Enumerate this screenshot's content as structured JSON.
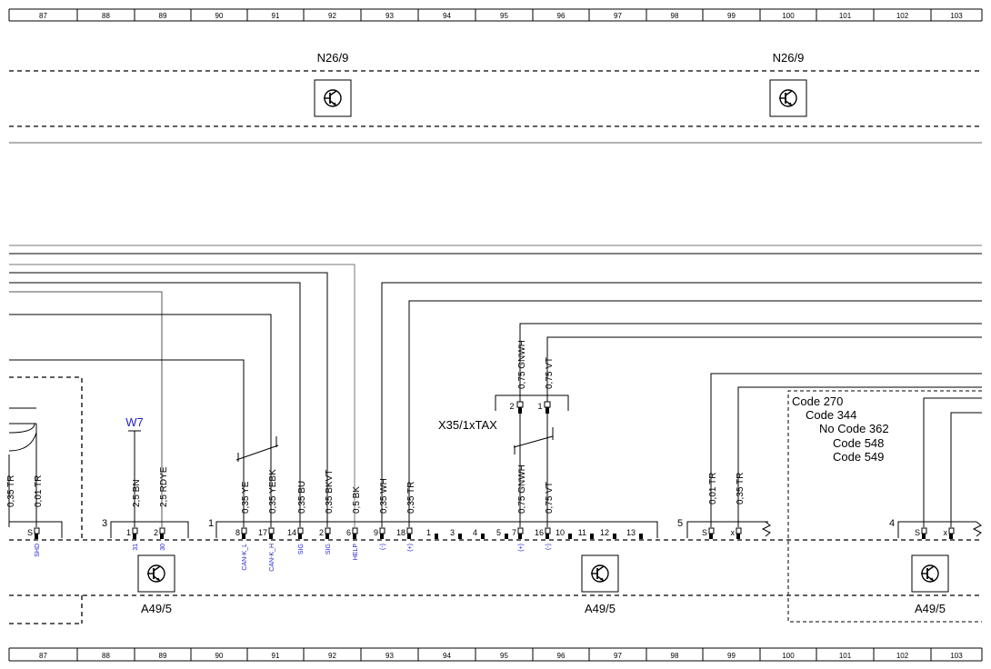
{
  "ruler": [
    "87",
    "88",
    "89",
    "90",
    "91",
    "92",
    "93",
    "94",
    "95",
    "96",
    "97",
    "98",
    "99",
    "100",
    "101",
    "102",
    "103"
  ],
  "top_components": [
    {
      "label": "N26/9",
      "icon": "transistor-icon"
    },
    {
      "label": "N26/9",
      "icon": "transistor-icon"
    }
  ],
  "left_fragment": {
    "wires": [
      "0,35 TR",
      "0,01 TR"
    ],
    "pins": [
      "S"
    ],
    "signals": [
      "SHD"
    ]
  },
  "connector3": {
    "number": "3",
    "ground_label": "W7",
    "wires": [
      "2,5 BN",
      "2,5 RDYE"
    ],
    "pins": [
      "1",
      "2"
    ],
    "signals": [
      "31",
      "30"
    ]
  },
  "connector1": {
    "number": "1",
    "wires": [
      "0,35 YE",
      "0,35 YEBK",
      "0,35 BU",
      "0,35 BKVT",
      "0,5 BK",
      "0,35 WH",
      "0,35 TR"
    ],
    "pins": [
      "8",
      "17",
      "14",
      "2",
      "6",
      "9",
      "18"
    ],
    "signals": [
      "CAN-K_L",
      "CAN-K_H",
      "SIG",
      "SIG",
      "HELP",
      "(-)",
      "(+)"
    ],
    "unused_pins": [
      "1",
      "3",
      "4",
      "5"
    ],
    "x35_pins": [
      "7",
      "16"
    ],
    "x35_signals": [
      "(+)",
      "(-)"
    ],
    "unused_pins_2": [
      "10",
      "11",
      "12",
      "13"
    ]
  },
  "x35": {
    "label": "X35/1xTAX",
    "pins": [
      "2",
      "1"
    ],
    "wires_upper": [
      "0,75 GNWH",
      "0,75 VT"
    ],
    "wires_lower": [
      "0,75 GNWH",
      "0,75 VT"
    ]
  },
  "connector5": {
    "number": "5",
    "wires": [
      "0,01 TR",
      "0,35 TR"
    ],
    "pins": [
      "S",
      "x"
    ]
  },
  "connector4": {
    "number": "4",
    "pins": [
      "S",
      "x"
    ]
  },
  "codes": [
    "Code 270",
    "Code 344",
    "No Code 362",
    "Code 548",
    "Code 549"
  ],
  "modules": [
    {
      "label": "A49/5",
      "icon": "transistor-icon"
    },
    {
      "label": "A49/5",
      "icon": "transistor-icon"
    },
    {
      "label": "A49/5",
      "icon": "transistor-icon"
    }
  ],
  "colors": {
    "line": "#000000",
    "signal": "#2222cc",
    "wire_gray": "#777777"
  }
}
